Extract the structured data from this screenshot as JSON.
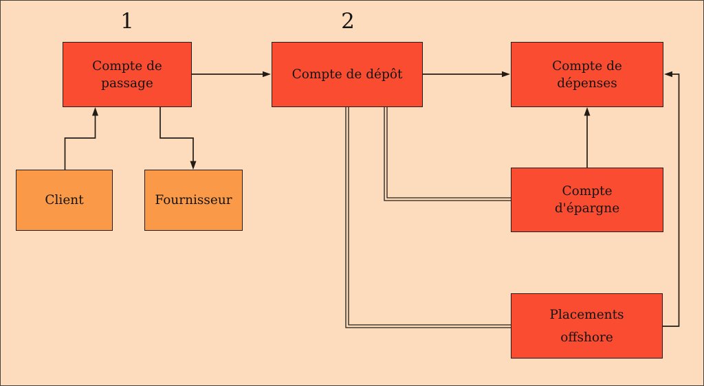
{
  "colors": {
    "bg": "#fcdcbc",
    "red": "#f94c30",
    "orange": "#fa9a48",
    "line": "#211c15",
    "frame": "#45413a",
    "text": "#141414"
  },
  "labels": {
    "step1": "1",
    "step2": "2"
  },
  "nodes": {
    "passage": {
      "lines": [
        "Compte de",
        "passage"
      ]
    },
    "depot": {
      "lines": [
        "Compte de dépôt"
      ]
    },
    "depenses": {
      "lines": [
        "Compte de",
        "dépenses"
      ]
    },
    "client": {
      "lines": [
        "Client"
      ]
    },
    "fournisseur": {
      "lines": [
        "Fournisseur"
      ]
    },
    "epargne": {
      "lines": [
        "Compte",
        "d'épargne"
      ]
    },
    "offshore": {
      "lines": [
        "Placements",
        "offshore"
      ]
    }
  },
  "edges": [
    {
      "from": "passage",
      "to": "depot",
      "arrow": true,
      "style": "single"
    },
    {
      "from": "depot",
      "to": "depenses",
      "arrow": true,
      "style": "single"
    },
    {
      "from": "client",
      "to": "passage",
      "arrow": true,
      "style": "single"
    },
    {
      "from": "passage",
      "to": "fournisseur",
      "arrow": true,
      "style": "single"
    },
    {
      "from": "epargne",
      "to": "depenses",
      "arrow": true,
      "style": "single"
    },
    {
      "from": "depot",
      "to": "epargne",
      "arrow": false,
      "style": "double"
    },
    {
      "from": "depot",
      "to": "offshore",
      "arrow": false,
      "style": "double"
    },
    {
      "from": "offshore",
      "to": "depenses",
      "arrow": true,
      "style": "single"
    }
  ]
}
